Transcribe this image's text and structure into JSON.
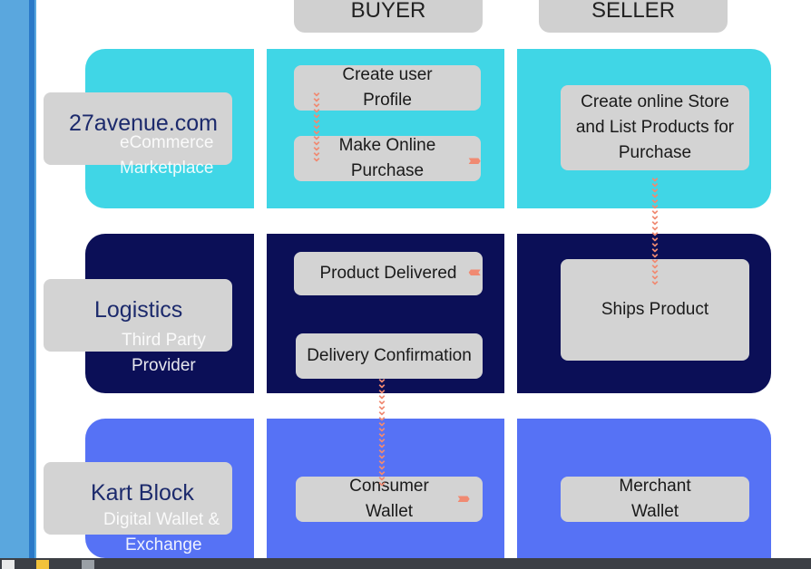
{
  "headers": {
    "buyer": "BUYER",
    "seller": "SELLER"
  },
  "rows": [
    {
      "title": "27avenue.com",
      "subtitle_line1": "eCommerce",
      "subtitle_line2": "Marketplace"
    },
    {
      "title": "Logistics",
      "subtitle_line1": "Third Party",
      "subtitle_line2": "Provider"
    },
    {
      "title": "Kart Block",
      "subtitle_line1": "Digital Wallet &",
      "subtitle_line2": "Exchange"
    }
  ],
  "steps": {
    "create_profile": {
      "line1": "Create user",
      "line2": "Profile"
    },
    "make_purchase": {
      "line1": "Make Online",
      "line2": "Purchase"
    },
    "create_store": {
      "line1": "Create online Store",
      "line2": "and List Products for",
      "line3": "Purchase"
    },
    "product_delivered": "Product Delivered",
    "ships_product": "Ships Product",
    "delivery_confirmation": "Delivery Confirmation",
    "consumer_wallet": {
      "line1": "Consumer",
      "line2": "Wallet"
    },
    "merchant_wallet": {
      "line1": "Merchant",
      "line2": "Wallet"
    }
  },
  "colors": {
    "row1": "#40d6e6",
    "row2": "#0b0f57",
    "row3": "#5672f5",
    "box": "#d3d3d3",
    "arrow": "#f08a72"
  }
}
